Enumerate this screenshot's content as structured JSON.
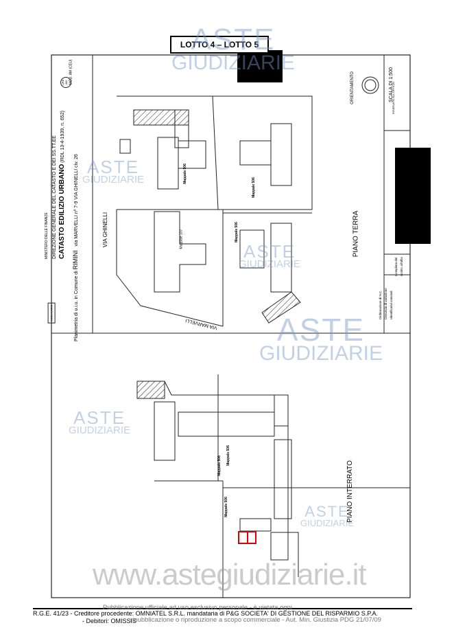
{
  "header_box": {
    "label": "LOTTO 4 – LOTTO 5"
  },
  "form": {
    "modello": "MODULARIO",
    "ministry": "MINISTERO DELLE FINANZE",
    "direction": "DIREZIONE GENERALE DEL CATASTO E DEI SS.TT.EE",
    "title": "CATASTO EDILIZIO URBANO",
    "law": "(RDL 13-4-1939, n. 652)",
    "mod": "MOD. AM (CEU)",
    "price": "LIRE 400",
    "planimetria": "Planimetria di u.i.u. in Comune di",
    "comune": "RIMINI",
    "via_label": "via MARVELLI nº 7-9",
    "via2": "VIA GHINELLI",
    "civ": "civ. 26"
  },
  "plan": {
    "street_1": "VIA GHINELLI",
    "street_2": "VIA MARVELLI",
    "mappale": "Mappale 506",
    "mappale_other": "Mappale 107",
    "floor_ground": "PIANO TERRA",
    "floor_basement": "PIANO INTERRATO",
    "orientamento": "ORIENTAMENTO",
    "scale": "SCALA DI 1:500",
    "riservato": "RISERVATO ALL'UFFICIO",
    "dichiarazione": "Dichiarazione di N.C.",
    "denuncia": "Denuncia di variazione",
    "identificativi": "Identificativi catastali",
    "compilata": "Compilata dal",
    "iscritto": "Iscritto all'albo"
  },
  "watermark": {
    "line1": "ASTE",
    "line2": "GIUDIZIARIE",
    "site": "www.astegiudiziarie.it"
  },
  "footer": {
    "line1": "R.G.E. 41/23 - Creditore procedente: OMNIATEL S.R.L. mandataria di P&G SOCIETA' DI GESTIONE DEL RISPARMIO S.P.A.",
    "line2": "- Debitori: OMISSIS",
    "publication1": "Pubblicazione ufficiale ad uso esclusivo personale - è vietata ogni",
    "publication2": "ripubblicazione o riproduzione a scopo commerciale - Aut. Min. Giustizia PDG 21/07/09"
  },
  "colors": {
    "highlight": "#dd0000",
    "watermark": "#7896c8"
  }
}
